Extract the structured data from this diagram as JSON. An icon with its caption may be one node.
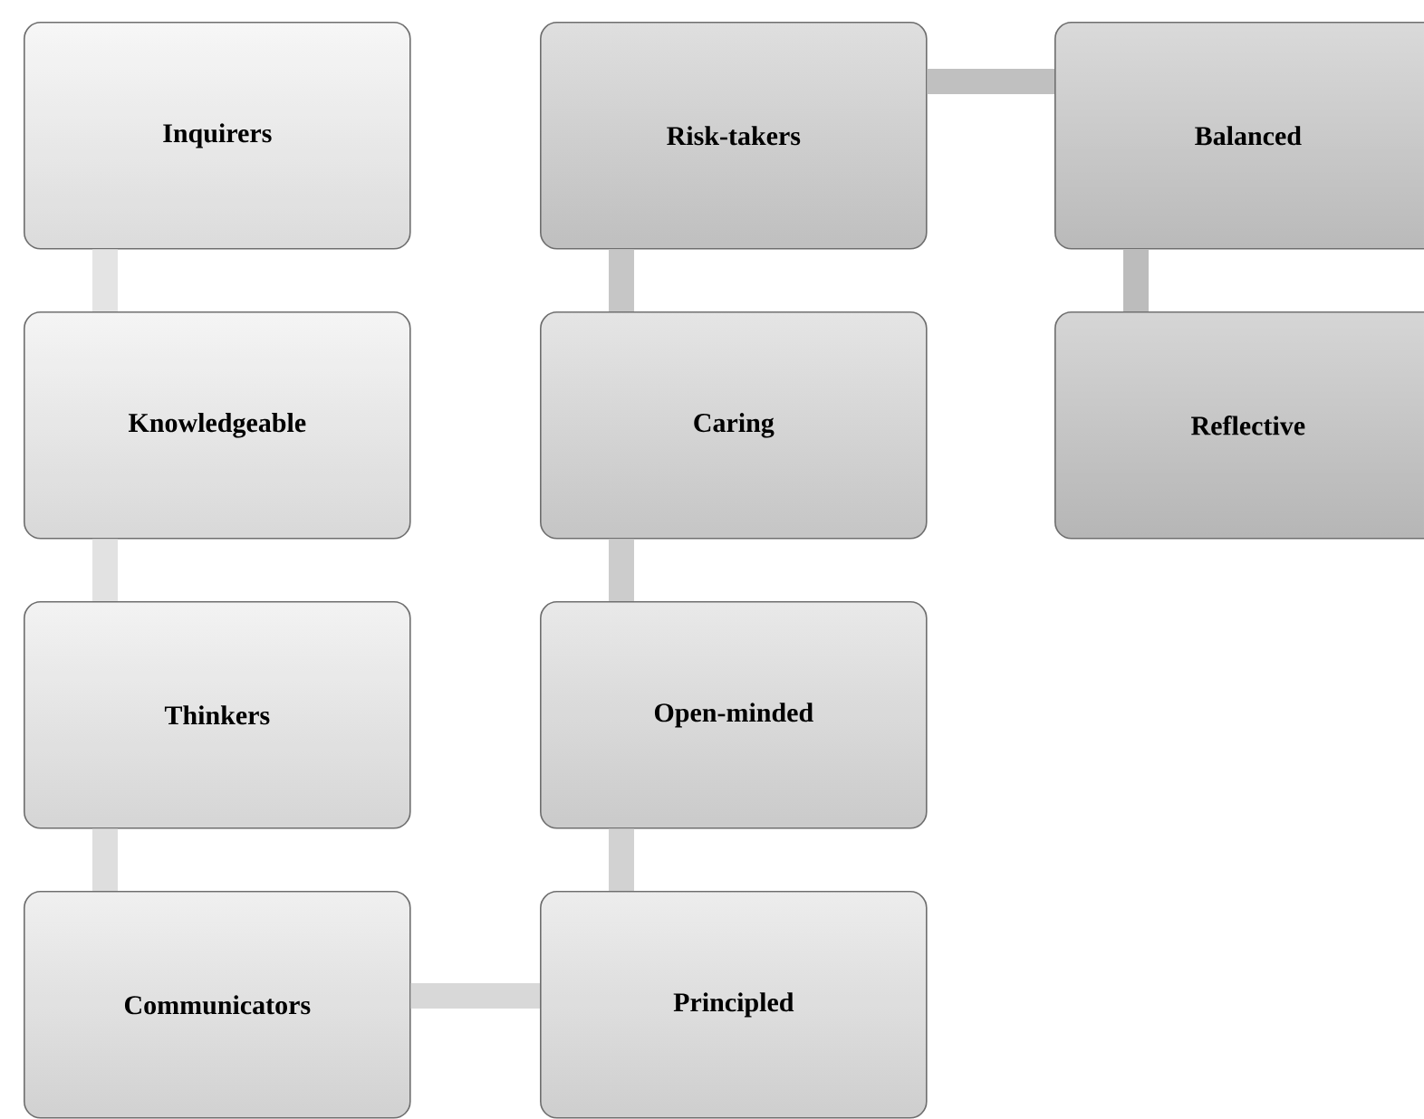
{
  "diagram": {
    "nodes": [
      {
        "text": [
          "Inquirers"
        ]
      },
      {
        "text": [
          "Knowledgeable"
        ]
      },
      {
        "text": [
          "Thinkers"
        ]
      },
      {
        "text": [
          "Communicators"
        ]
      },
      {
        "text": [
          "Principled"
        ]
      },
      {
        "text": [
          "Open-minded"
        ]
      },
      {
        "text": [
          "Caring"
        ]
      },
      {
        "text": [
          "Risk-takers"
        ]
      },
      {
        "text": [
          "Balanced"
        ]
      },
      {
        "text": [
          "Reflective"
        ]
      }
    ],
    "edges": [
      {
        "from": 0,
        "to": 1,
        "arrow": "none"
      },
      {
        "from": 1,
        "to": 2,
        "arrow": "none"
      },
      {
        "from": 2,
        "to": 3,
        "arrow": "none"
      },
      {
        "from": 3,
        "to": 4,
        "arrow": "none"
      },
      {
        "from": 4,
        "to": 5,
        "arrow": "none"
      },
      {
        "from": 5,
        "to": 6,
        "arrow": "none"
      },
      {
        "from": 6,
        "to": 7,
        "arrow": "none"
      },
      {
        "from": 7,
        "to": 8,
        "arrow": "none"
      },
      {
        "from": 8,
        "to": 9,
        "arrow": "none"
      }
    ]
  }
}
